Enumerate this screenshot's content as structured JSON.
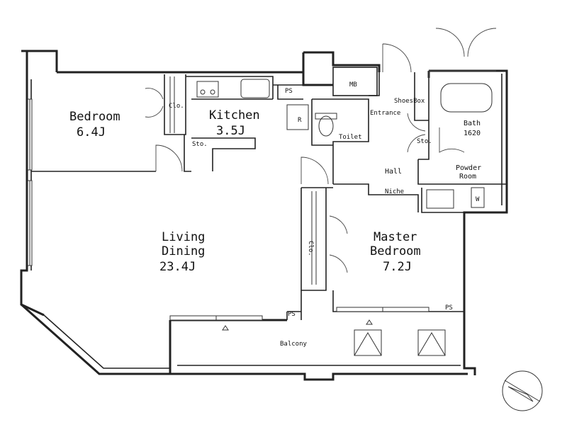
{
  "rooms": {
    "bedroom": {
      "name": "Bedroom",
      "size": "6.4J"
    },
    "kitchen": {
      "name": "Kitchen",
      "size": "3.5J"
    },
    "living": {
      "line1": "Living",
      "line2": "Dining",
      "size": "23.4J"
    },
    "master": {
      "line1": "Master",
      "line2": "Bedroom",
      "size": "7.2J"
    },
    "bath": {
      "name": "Bath",
      "size": "1620"
    },
    "powder": {
      "line1": "Powder",
      "line2": "Room"
    }
  },
  "labels": {
    "closet_1": "Clo.",
    "closet_2": "Clo.",
    "storage_1": "Sto.",
    "storage_2": "Sto.",
    "ps_1": "PS",
    "ps_2": "PS",
    "ps_3": "PS",
    "mb": "MB",
    "shoes_box": "ShoesBox",
    "entrance": "Entrance",
    "refrigerator": "R",
    "toilet": "Toilet",
    "hall": "Hall",
    "niche": "Niche",
    "washer": "W",
    "balcony": "Balcony"
  }
}
